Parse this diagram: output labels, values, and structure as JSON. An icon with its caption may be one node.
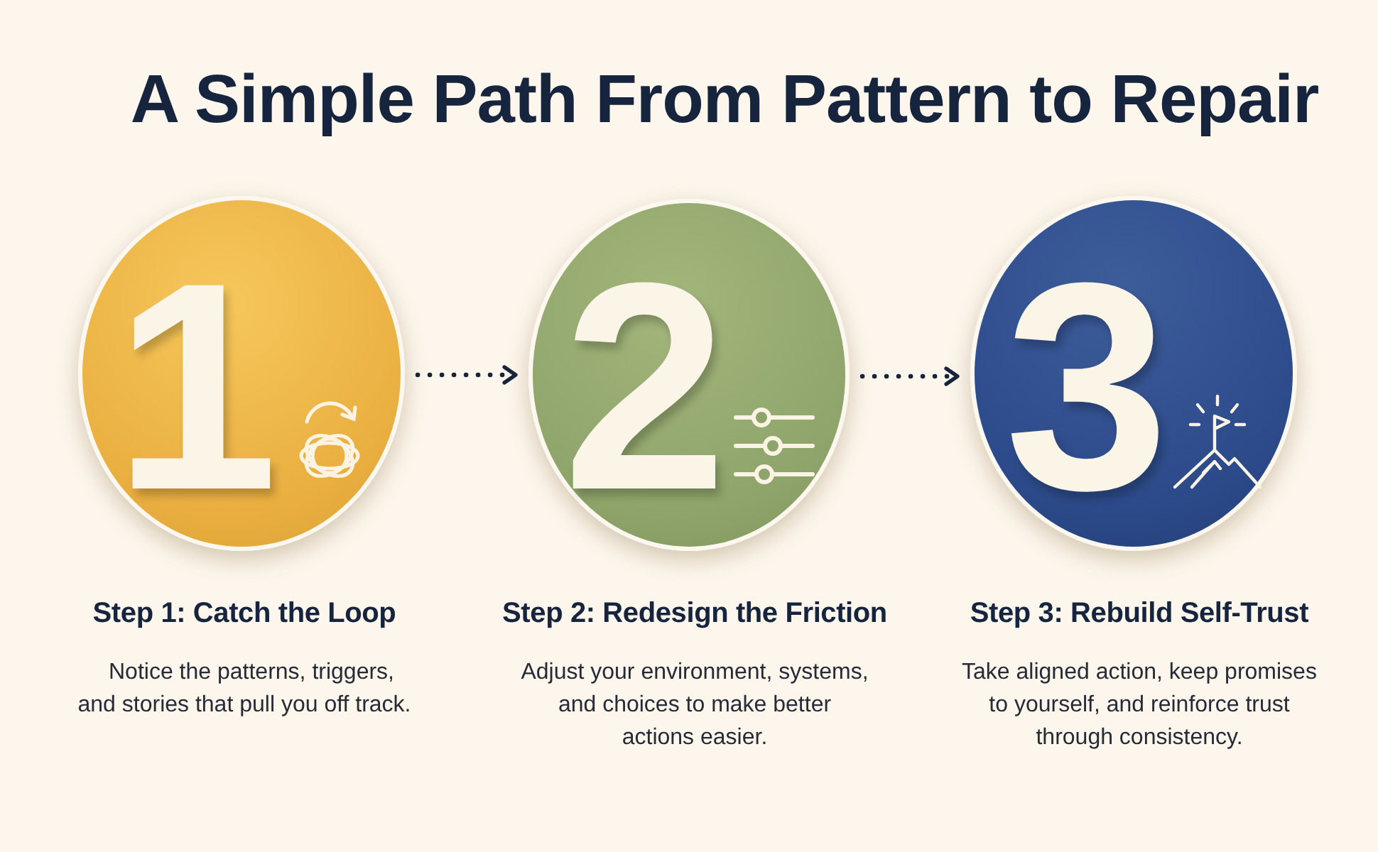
{
  "diagram": {
    "title": "A Simple Path From Pattern to Repair",
    "nodes": [
      {
        "text": [
          "1"
        ],
        "beside": [
          "Step 1: Catch the Loop",
          "Notice the patterns, triggers, and stories that pull you off track."
        ]
      },
      {
        "text": [
          "2"
        ],
        "beside": [
          "Step 2: Redesign the Friction",
          "Adjust your environment, systems, and choices to make better actions easier."
        ]
      },
      {
        "text": [
          "3"
        ],
        "beside": [
          "Step 3: Rebuild Self-Trust",
          "Take aligned action, keep promises to yourself, and reinforce trust through consistency."
        ]
      }
    ],
    "edges": [
      {
        "from": 0,
        "to": 1,
        "arrow": "to",
        "style": "dashed"
      },
      {
        "from": 1,
        "to": 2,
        "arrow": "to",
        "style": "dashed"
      }
    ]
  }
}
